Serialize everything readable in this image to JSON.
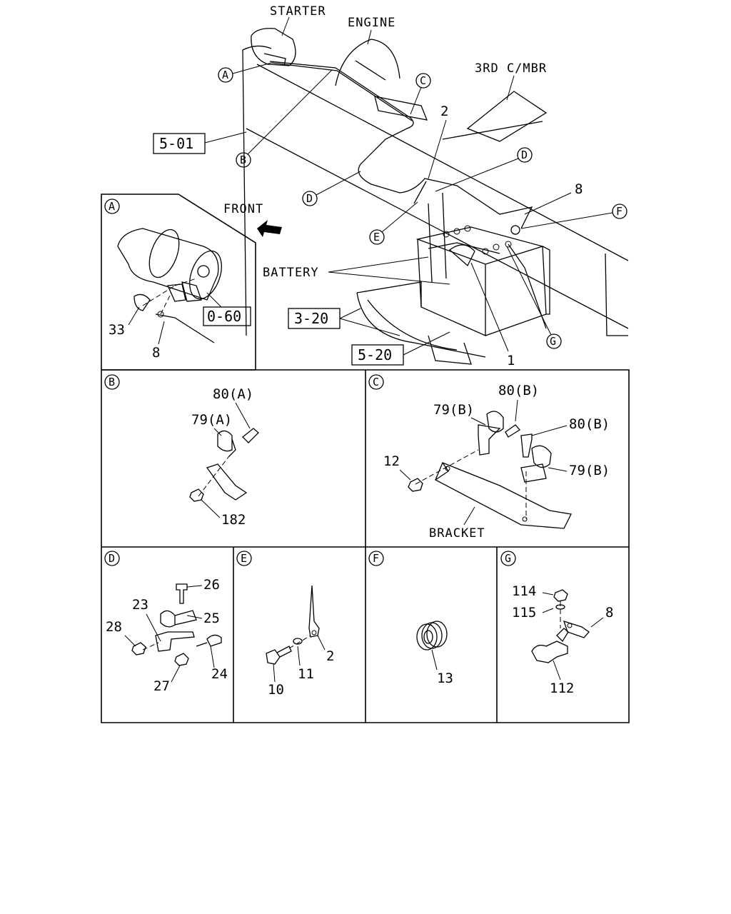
{
  "overview": {
    "starter": "STARTER",
    "engine": "ENGINE",
    "third_member": "3RD C/MBR",
    "front": "FRONT",
    "battery": "BATTERY",
    "bracket_ref_1": "5-01",
    "bracket_ref_2": "3-20",
    "bracket_ref_3": "5-20",
    "part_2": "2",
    "part_8": "8",
    "part_1": "1",
    "callouts": [
      "A",
      "B",
      "C",
      "D",
      "E",
      "F",
      "G"
    ]
  },
  "detail_a": {
    "letter": "A",
    "ref": "0-60",
    "part_33": "33",
    "part_8": "8"
  },
  "detail_b": {
    "letter": "B",
    "part_80a": "80(A)",
    "part_79a": "79(A)",
    "part_182": "182"
  },
  "detail_c": {
    "letter": "C",
    "part_80b_top": "80(B)",
    "part_79b_left": "79(B)",
    "part_80b_right": "80(B)",
    "part_79b_right": "79(B)",
    "part_12": "12",
    "bracket": "BRACKET"
  },
  "detail_d": {
    "letter": "D",
    "part_26": "26",
    "part_23": "23",
    "part_25": "25",
    "part_28": "28",
    "part_24": "24",
    "part_27": "27"
  },
  "detail_e": {
    "letter": "E",
    "part_2": "2",
    "part_11": "11",
    "part_10": "10"
  },
  "detail_f": {
    "letter": "F",
    "part_13": "13"
  },
  "detail_g": {
    "letter": "G",
    "part_114": "114",
    "part_115": "115",
    "part_8": "8",
    "part_112": "112"
  }
}
